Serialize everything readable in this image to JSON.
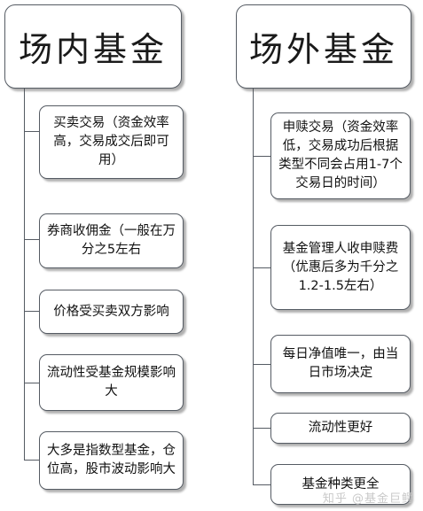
{
  "left": {
    "title": "场内基金",
    "items": [
      "买卖交易（资金效率高，交易成交后即可用）",
      "券商收佣金（一般在万分之5左右",
      "价格受买卖双方影响",
      "流动性受基金规模影响大",
      "大多是指数型基金，仓位高，股市波动影响大"
    ]
  },
  "right": {
    "title": "场外基金",
    "items": [
      "申赎交易（资金效率低，交易成功后根据类型不同会占用1-7个交易日的时间）",
      "基金管理人收申赎费（优惠后多为千分之1.2-1.5左右）",
      "每日净值唯一，由当日市场决定",
      "流动性更好",
      "基金种类更全"
    ]
  },
  "watermark": "知乎 @基金巨鳄"
}
